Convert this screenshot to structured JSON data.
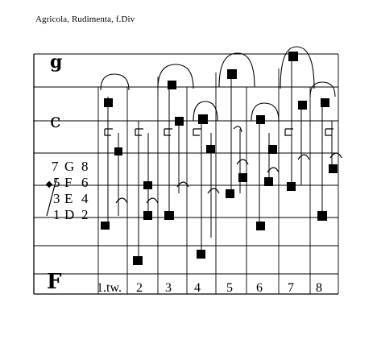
{
  "caption": "Agricola, Rudimenta, f.Div",
  "clef_glyphs": {
    "top": "g",
    "middle": "c",
    "bottom": "F"
  },
  "gamut_labels": [
    [
      "7",
      "G",
      "8"
    ],
    [
      "5",
      "F",
      "6"
    ],
    [
      "3",
      "E",
      "4"
    ],
    [
      "1",
      "D",
      "2"
    ]
  ],
  "column_numbers": [
    "1.tw.",
    "2",
    "3",
    "4",
    "5",
    "6",
    "7",
    "8"
  ],
  "colors": {
    "ink": "#000000",
    "paper": "#ffffff"
  }
}
